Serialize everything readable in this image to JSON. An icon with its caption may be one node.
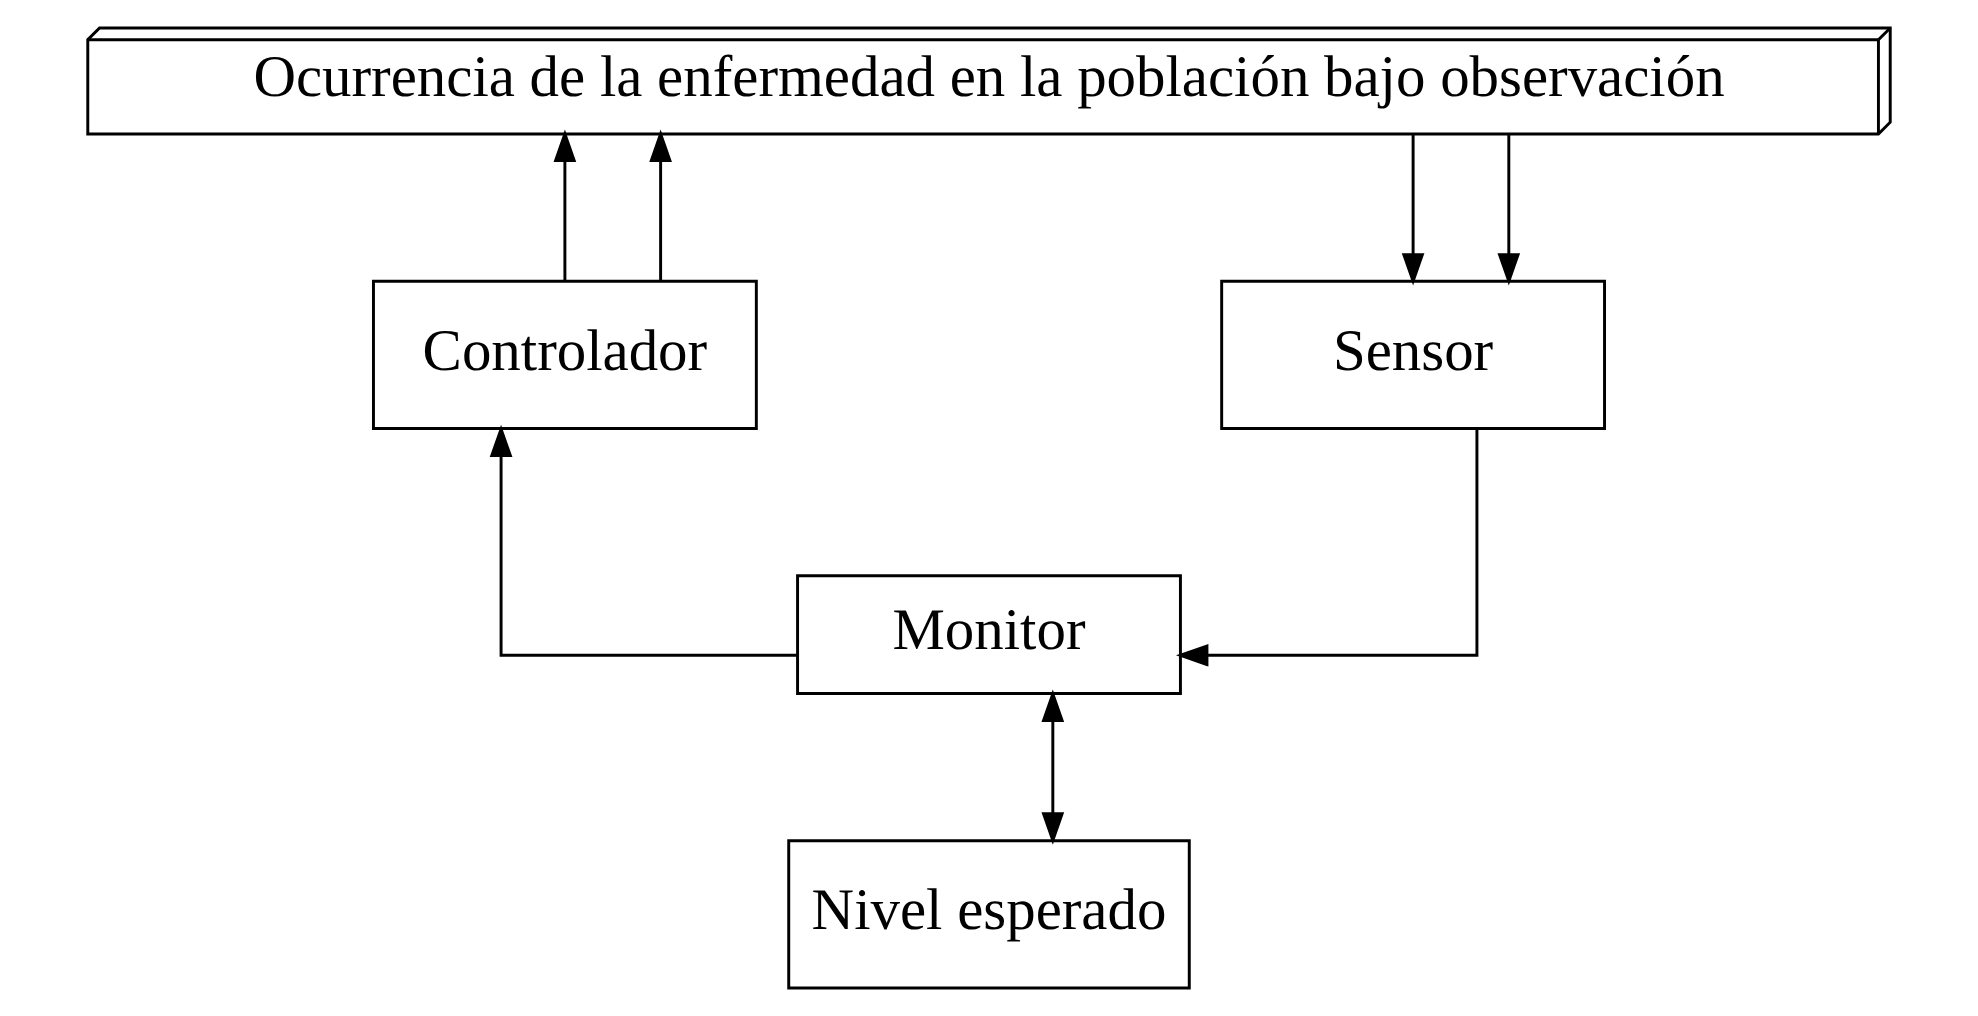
{
  "diagram": {
    "nodes": [
      {
        "text": [
          "Ocurrencia de la enfermedad en la población bajo observación"
        ]
      },
      {
        "text": [
          "Controlador"
        ]
      },
      {
        "text": [
          "Sensor"
        ]
      },
      {
        "text": [
          "Monitor"
        ]
      },
      {
        "text": [
          "Nivel esperado"
        ]
      }
    ],
    "edges": [
      {
        "from": 1,
        "to": 0,
        "arrow": "to"
      },
      {
        "from": 1,
        "to": 0,
        "arrow": "to"
      },
      {
        "from": 0,
        "to": 2,
        "arrow": "to"
      },
      {
        "from": 0,
        "to": 2,
        "arrow": "to"
      },
      {
        "from": 2,
        "to": 3,
        "arrow": "to"
      },
      {
        "from": 3,
        "to": 1,
        "arrow": "to"
      },
      {
        "from": 3,
        "to": 4,
        "arrow": "both"
      }
    ]
  }
}
